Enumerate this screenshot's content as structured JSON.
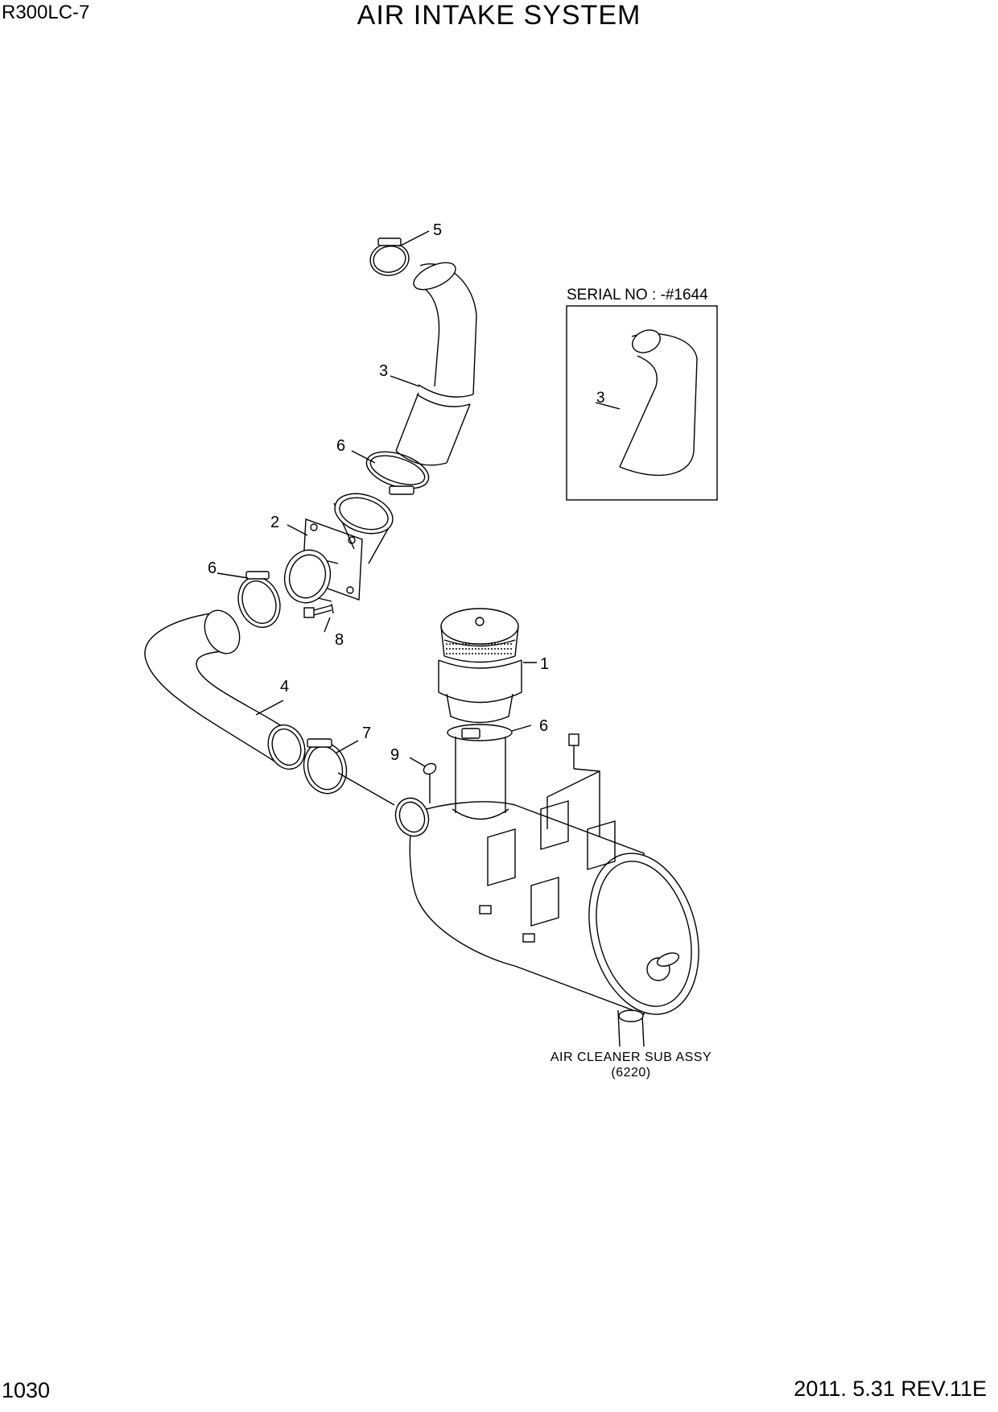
{
  "header": {
    "model": "R300LC-7",
    "title": "AIR INTAKE SYSTEM"
  },
  "footer": {
    "page": "1030",
    "revision": "2011. 5.31  REV.11E"
  },
  "inset": {
    "caption": "SERIAL NO : -#1644",
    "label": "3"
  },
  "subassy": {
    "name": "AIR CLEANER SUB ASSY",
    "ref": "(6220)"
  },
  "callouts": {
    "c1": "1",
    "c2": "2",
    "c3": "3",
    "c4": "4",
    "c5": "5",
    "c6a": "6",
    "c6b": "6",
    "c6c": "6",
    "c7": "7",
    "c8": "8",
    "c9": "9"
  }
}
